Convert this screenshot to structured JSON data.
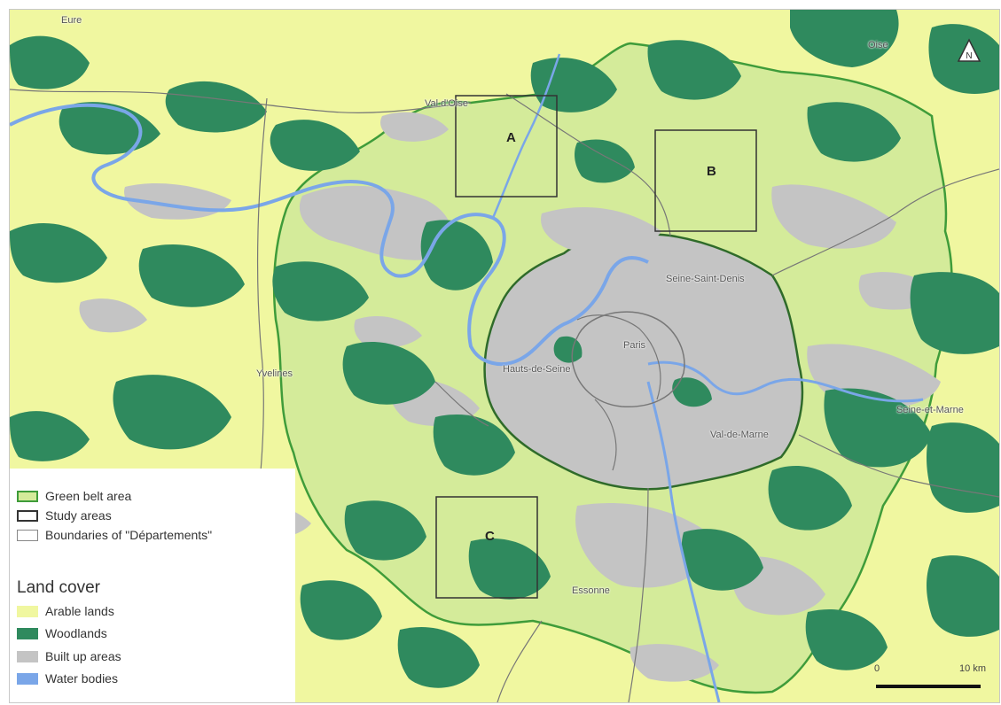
{
  "map": {
    "labels": {
      "eure": "Eure",
      "oise": "Oise",
      "val_doise": "Val d'Oise",
      "yvelines": "Yvelines",
      "seine_saint_denis": "Seine-Saint-Denis",
      "paris": "Paris",
      "hauts_de_seine": "Hauts-de-Seine",
      "val_de_marne": "Val-de-Marne",
      "seine_et_marne": "Seine-et-Marne",
      "essonne": "Essonne"
    },
    "study_areas": [
      "A",
      "B",
      "C"
    ],
    "north_label": "N",
    "scale": {
      "start": "0",
      "end": "10 km"
    }
  },
  "legend": {
    "green_belt": "Green belt area",
    "study_areas": "Study areas",
    "boundaries": "Boundaries of \"Départements\"",
    "land_cover_title": "Land cover",
    "arable": "Arable lands",
    "woodlands": "Woodlands",
    "built_up": "Built up areas",
    "water": "Water bodies"
  },
  "colors": {
    "arable": "#f0f7a0",
    "woodland": "#2f8a5e",
    "built_up": "#c4c4c4",
    "water": "#7aa6e8",
    "green_belt_fill": "#d4eb9a",
    "green_belt_edge": "#3f9c3a",
    "study_box": "#333333",
    "boundary": "#777777"
  }
}
